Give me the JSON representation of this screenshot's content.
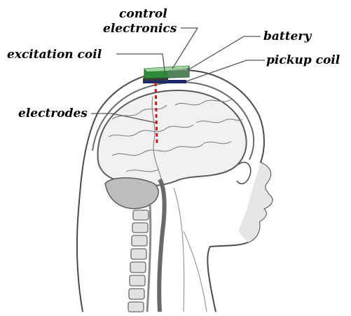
{
  "labels": {
    "control_electronics_line1": "control",
    "control_electronics_line2": "electronics",
    "battery": "battery",
    "excitation_coil": "excitation coil",
    "pickup_coil": "pickup coil",
    "electrodes": "electrodes"
  },
  "colors": {
    "outline": "#4a4a4a",
    "skin_shade": "#d8d8d8",
    "brain_fill": "#f1f1f1",
    "electronics_board": "#2e8b3a",
    "electronics_board_top": "#9fd79f",
    "coil": "#1a2a6c",
    "electrode_line": "#cc1a1a",
    "leader_line": "#555555"
  },
  "icons": {
    "implant": "implant-device-icon",
    "head": "head-anatomy-illustration"
  }
}
